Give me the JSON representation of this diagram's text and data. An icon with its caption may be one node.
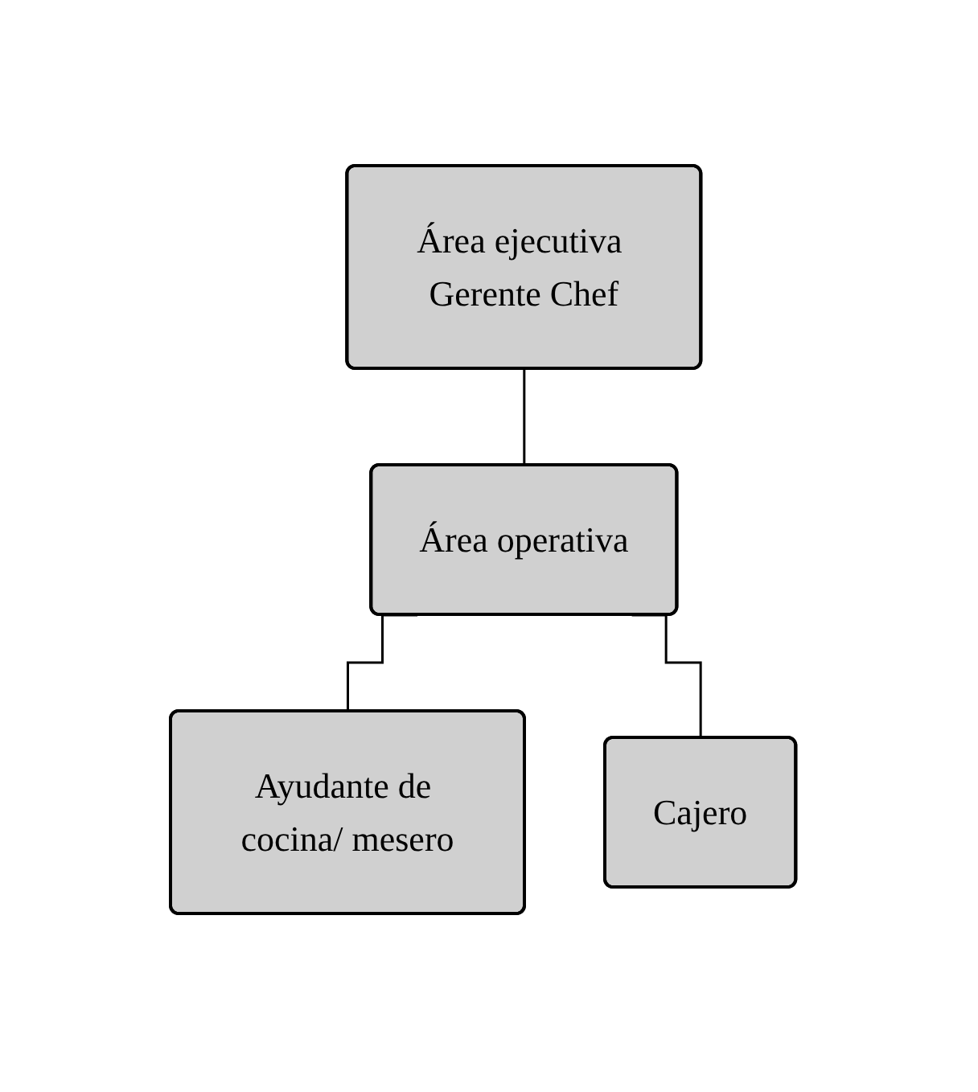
{
  "diagram": {
    "nodes": [
      {
        "text": [
          "Área ejecutiva Gerente Chef"
        ]
      },
      {
        "text": [
          "Área operativa"
        ]
      },
      {
        "text": [
          "Ayudante de cocina/ mesero"
        ]
      },
      {
        "text": [
          "Cajero"
        ]
      }
    ],
    "edges": [
      {
        "from": 0,
        "to": 1,
        "arrow": "none"
      },
      {
        "from": 1,
        "to": 2,
        "arrow": "none"
      },
      {
        "from": 1,
        "to": 3,
        "arrow": "none"
      }
    ]
  }
}
